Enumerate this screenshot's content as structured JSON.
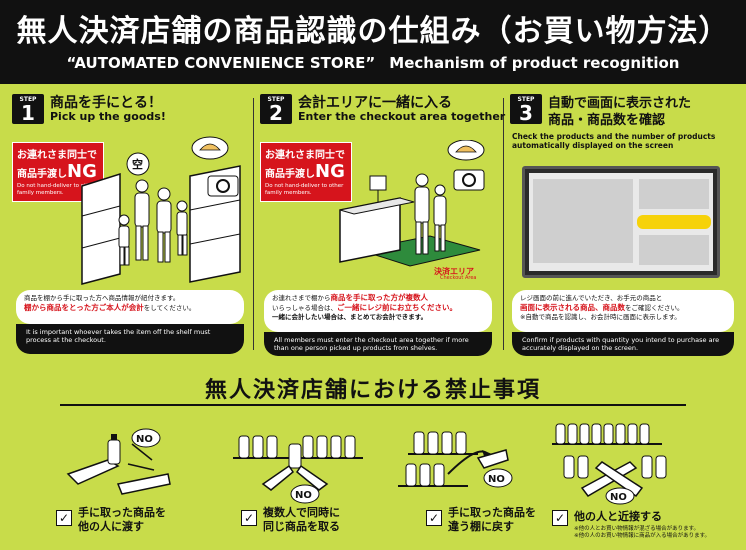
{
  "header": {
    "title_jp": "無人決済店舗の商品認識の仕組み（お買い物方法）",
    "title_en_quote": "“AUTOMATED CONVENIENCE STORE”",
    "title_en_sub": "Mechanism of product recognition"
  },
  "steps": [
    {
      "badge_label": "STEP",
      "number": "1",
      "title": "商品を手にとる！",
      "subtitle": "Pick up the goods!",
      "ng_line1": "お連れさま同士で",
      "ng_line2a": "商品手渡し",
      "ng_line2b": "NG",
      "ng_en": "Do not hand-deliver to other family members.",
      "illus_label": "空",
      "caption_line1": "商品を棚から手に取った方へ商品情報が紐付きます。",
      "caption_red": "棚から商品をとった方ご本人が会計",
      "caption_tail": "をしてください。",
      "footer": "It is important whoever takes the item off the shelf must process at the checkout."
    },
    {
      "badge_label": "STEP",
      "number": "2",
      "title": "会計エリアに一緒に入る",
      "subtitle": "Enter the checkout area together",
      "ng_line1": "お連れさま同士で",
      "ng_line2a": "商品手渡し",
      "ng_line2b": "NG",
      "ng_en": "Do not hand-deliver to other family members.",
      "area_jp": "決済エリア",
      "area_en": "Checkout Area",
      "caption_line1a": "お連れさまで棚から",
      "caption_red1": "商品を手に取った方が複数人",
      "caption_line2a": "いらっしゃる場合は、",
      "caption_red2": "ご一緒にレジ前にお立ちください。",
      "caption_line3": "一緒に会計したい場合は、まとめてお会計できます。",
      "footer": "All members must enter the checkout area together if more than one person picked up products from shelves."
    },
    {
      "badge_label": "STEP",
      "number": "3",
      "title_line1": "自動で画面に表示された",
      "title_line2": "商品・商品数を確認",
      "desc": "Check the products and the number of products automatically displayed on the screen",
      "caption_line1": "レジ画面の前に進んでいただき、お手元の商品と",
      "caption_red": "画面に表示される商品、商品数",
      "caption_tail": "をご確認ください。",
      "caption_note": "※自動で商品を認識し、お会計時に画面に表示します。",
      "footer": "Confirm if products with quantity you intend to purchase are accurately displayed on the screen."
    }
  ],
  "banned": {
    "title": "無人決済店舗における禁止事項",
    "no_label": "NO",
    "check": "✓",
    "items": [
      {
        "line1": "手に取った商品を",
        "line2": "他の人に渡す"
      },
      {
        "line1": "複数人で同時に",
        "line2": "同じ商品を取る"
      },
      {
        "line1": "手に取った商品を",
        "line2": "違う棚に戻す"
      },
      {
        "line1": "他の人と近接する",
        "note1": "※他の人とお買い物情報が混ざる場合があります。",
        "note2": "※他の人のお買い物情報に商品が入る場合があります。"
      }
    ]
  },
  "colors": {
    "bg": "#c8dc4a",
    "red": "#d6141c",
    "black": "#111111"
  }
}
